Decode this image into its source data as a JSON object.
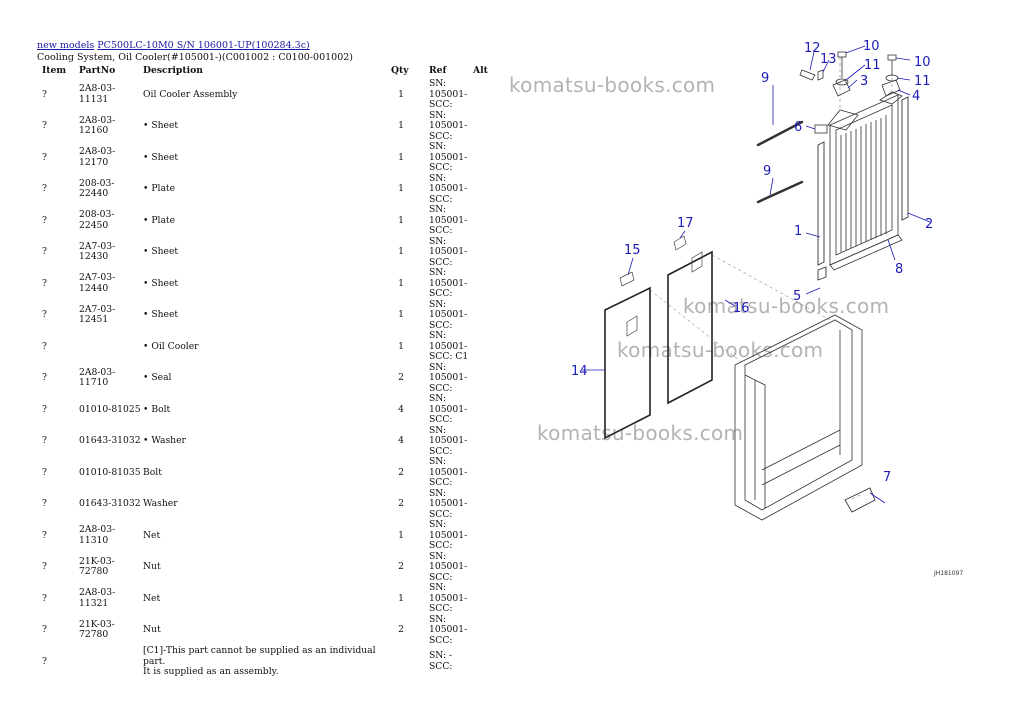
{
  "header": {
    "link1": "new models",
    "link2": "PC500LC-10M0 S/N 106001-UP(100284.3c)",
    "subtitle": "Cooling System, Oil Cooler(#105001-)(C001002 : C0100-001002)"
  },
  "columns": {
    "item": "Item",
    "partno": "PartNo",
    "description": "Description",
    "qty": "Qty",
    "ref": "Ref",
    "alt": "Alt"
  },
  "rows": [
    {
      "item": "?",
      "partno": "2A8-03-11131",
      "desc": "Oil Cooler Assembly",
      "qty": "1",
      "ref1": "SN: 105001-",
      "ref2": "SCC:"
    },
    {
      "item": "?",
      "partno": "2A8-03-12160",
      "desc": "• Sheet",
      "qty": "1",
      "ref1": "SN: 105001-",
      "ref2": "SCC:"
    },
    {
      "item": "?",
      "partno": "2A8-03-12170",
      "desc": "• Sheet",
      "qty": "1",
      "ref1": "SN: 105001-",
      "ref2": "SCC:"
    },
    {
      "item": "?",
      "partno": "208-03-22440",
      "desc": "• Plate",
      "qty": "1",
      "ref1": "SN: 105001-",
      "ref2": "SCC:"
    },
    {
      "item": "?",
      "partno": "208-03-22450",
      "desc": "• Plate",
      "qty": "1",
      "ref1": "SN: 105001-",
      "ref2": "SCC:"
    },
    {
      "item": "?",
      "partno": "2A7-03-12430",
      "desc": "• Sheet",
      "qty": "1",
      "ref1": "SN: 105001-",
      "ref2": "SCC:"
    },
    {
      "item": "?",
      "partno": "2A7-03-12440",
      "desc": "• Sheet",
      "qty": "1",
      "ref1": "SN: 105001-",
      "ref2": "SCC:"
    },
    {
      "item": "?",
      "partno": "2A7-03-12451",
      "desc": "• Sheet",
      "qty": "1",
      "ref1": "SN: 105001-",
      "ref2": "SCC:"
    },
    {
      "item": "?",
      "partno": "",
      "desc": "• Oil Cooler",
      "qty": "1",
      "ref1": "SN: 105001-",
      "ref2": "SCC: C1"
    },
    {
      "item": "?",
      "partno": "2A8-03-11710",
      "desc": "• Seal",
      "qty": "2",
      "ref1": "SN: 105001-",
      "ref2": "SCC:"
    },
    {
      "item": "?",
      "partno": "01010-81025",
      "desc": "• Bolt",
      "qty": "4",
      "ref1": "SN: 105001-",
      "ref2": "SCC:"
    },
    {
      "item": "?",
      "partno": "01643-31032",
      "desc": "• Washer",
      "qty": "4",
      "ref1": "SN: 105001-",
      "ref2": "SCC:"
    },
    {
      "item": "?",
      "partno": "01010-81035",
      "desc": "Bolt",
      "qty": "2",
      "ref1": "SN: 105001-",
      "ref2": "SCC:"
    },
    {
      "item": "?",
      "partno": "01643-31032",
      "desc": "Washer",
      "qty": "2",
      "ref1": "SN: 105001-",
      "ref2": "SCC:"
    },
    {
      "item": "?",
      "partno": "2A8-03-11310",
      "desc": "Net",
      "qty": "1",
      "ref1": "SN: 105001-",
      "ref2": "SCC:"
    },
    {
      "item": "?",
      "partno": "21K-03-72780",
      "desc": "Nut",
      "qty": "2",
      "ref1": "SN: 105001-",
      "ref2": "SCC:"
    },
    {
      "item": "?",
      "partno": "2A8-03-11321",
      "desc": "Net",
      "qty": "1",
      "ref1": "SN: 105001-",
      "ref2": "SCC:"
    },
    {
      "item": "?",
      "partno": "21K-03-72780",
      "desc": "Nut",
      "qty": "2",
      "ref1": "SN: 105001-",
      "ref2": "SCC:"
    }
  ],
  "note_row": {
    "item": "?",
    "line1": "[C1]-This part cannot be supplied as an individual part.",
    "line2": "It is supplied as an assembly.",
    "ref1": "SN: -",
    "ref2": "SCC:"
  },
  "watermark": "komatsu-books.com",
  "diagram": {
    "callouts": [
      "1",
      "2",
      "3",
      "4",
      "5",
      "6",
      "7",
      "8",
      "9",
      "9",
      "10",
      "10",
      "11",
      "11",
      "12",
      "13",
      "14",
      "15",
      "16",
      "17"
    ],
    "figure_code": "JH181097",
    "callout_color": "#1c1cb8"
  }
}
